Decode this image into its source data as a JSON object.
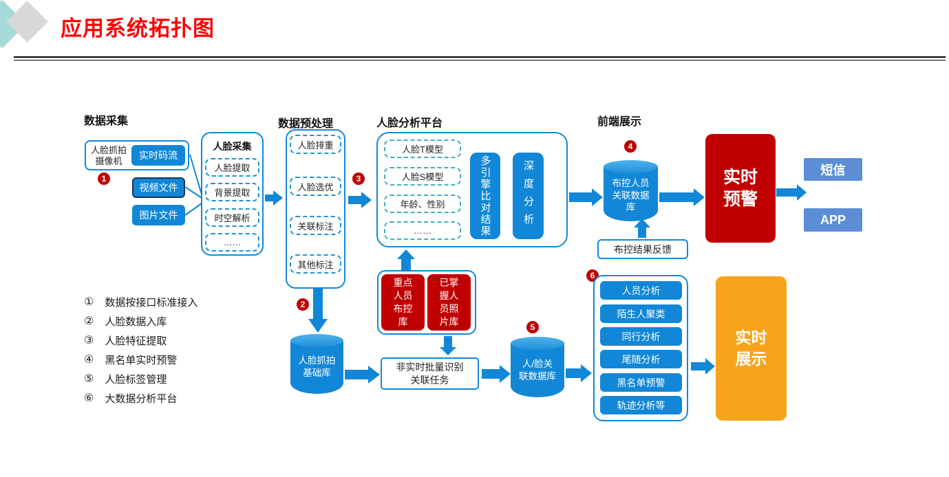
{
  "title": "应用系统拓扑图",
  "colors": {
    "blue": "#1287d7",
    "red": "#c00000",
    "orange": "#f7a41c",
    "cornflower": "#5b8ed6",
    "teal_dash": "#3aafc0",
    "title_red": "#fe0000",
    "diamond_teal": "#a6d9da",
    "diamond_gray": "#d8d8d8"
  },
  "collect": {
    "header": "数据采集",
    "camera_lines": [
      "人脸抓拍",
      "摄像机"
    ],
    "stream": "实时码流",
    "video": "视频文件",
    "image": "图片文件",
    "group_title": "人脸采集",
    "items": [
      "人脸提取",
      "背景提取",
      "时空解析",
      "……"
    ]
  },
  "preprocess": {
    "header": "数据预处理",
    "items": [
      "人脸排重",
      "人脸选优",
      "关联标注",
      "其他标注"
    ]
  },
  "analysis": {
    "header": "人脸分析平台",
    "items": [
      "人脸T模型",
      "人脸S模型",
      "年龄、性别",
      "……"
    ],
    "engine": "多引擎比对结果",
    "deep": "深度分析"
  },
  "frontend": {
    "header": "前端展示",
    "db_lines": [
      "布控人员",
      "关联数据",
      "库"
    ],
    "feedback": "布控结果反馈",
    "warning_lines": [
      "实时",
      "预警"
    ],
    "sms": "短信",
    "app": "APP"
  },
  "middle": {
    "key_db_lines": [
      "重点",
      "人员",
      "布控",
      "库"
    ],
    "photo_db_lines": [
      "已掌",
      "握人",
      "员照",
      "片库"
    ],
    "base_db_lines": [
      "人脸抓拍",
      "基础库"
    ],
    "task_lines": [
      "非实时批量识别",
      "关联任务"
    ],
    "assoc_db_lines": [
      "人/脸关",
      "联数据库"
    ]
  },
  "bigdata": {
    "items": [
      "人员分析",
      "陌生人聚类",
      "同行分析",
      "尾随分析",
      "黑名单预警",
      "轨迹分析等"
    ],
    "display_lines": [
      "实时",
      "展示"
    ]
  },
  "badges": {
    "b1": "1",
    "b2": "2",
    "b3": "3",
    "b4": "4",
    "b5": "5",
    "b6": "6"
  },
  "legend": {
    "items": [
      {
        "num": "①",
        "text": "数据按接口标准接入"
      },
      {
        "num": "②",
        "text": "人脸数据入库"
      },
      {
        "num": "③",
        "text": "人脸特征提取"
      },
      {
        "num": "④",
        "text": "黑名单实时预警"
      },
      {
        "num": "⑤",
        "text": "人脸标签管理"
      },
      {
        "num": "⑥",
        "text": "大数据分析平台"
      }
    ]
  }
}
